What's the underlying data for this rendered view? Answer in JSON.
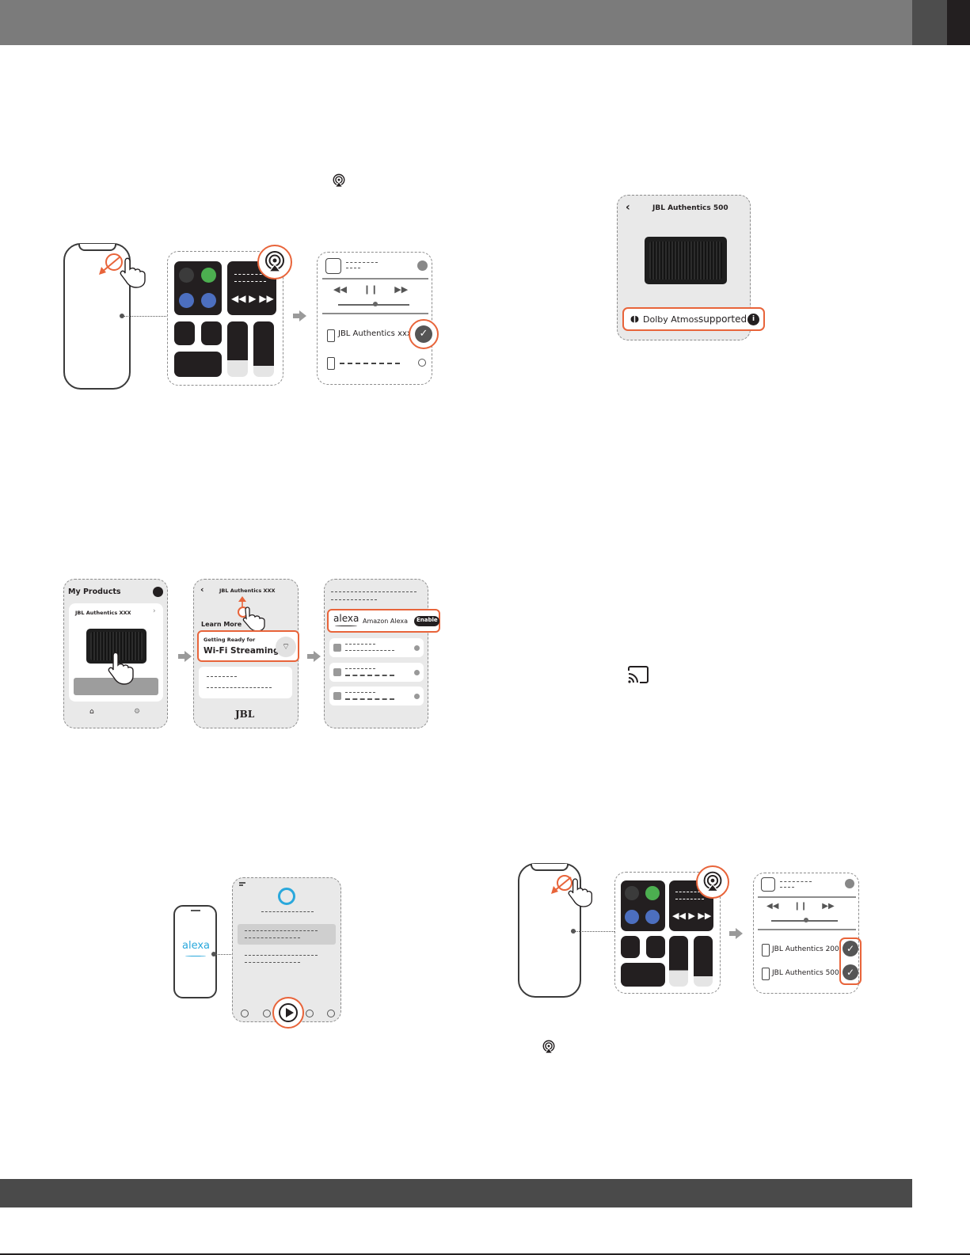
{
  "product_name": "JBL Authentics 500",
  "dolby_label": "Dolby Atmos",
  "dolby_suffix": "supported",
  "airplay_device_single": "JBL Authentics xxx",
  "airplay_devices_multi": [
    "JBL Authentics 200",
    "JBL Authentics 500"
  ],
  "app": {
    "my_products_title": "My Products",
    "product_card_name": "JBL Authentics XXX",
    "product_screen_title": "JBL Authentics XXX",
    "learn_more": "Learn More",
    "banner_small": "Getting Ready for",
    "banner_big": "Wi-Fi Streaming",
    "brand_logo": "JBL",
    "alexa_logo": "alexa",
    "alexa_service": "Amazon Alexa",
    "enable_label": "Enable"
  },
  "icons": {
    "airplay": "airplay-icon",
    "cast": "chromecast-icon",
    "check": "checkmark-icon",
    "info": "info-icon"
  },
  "colors": {
    "accent": "#e8643a",
    "green_dot": "#4caf50",
    "blue_dot": "#4c6fbf",
    "alexa_blue": "#2aa8dc"
  }
}
